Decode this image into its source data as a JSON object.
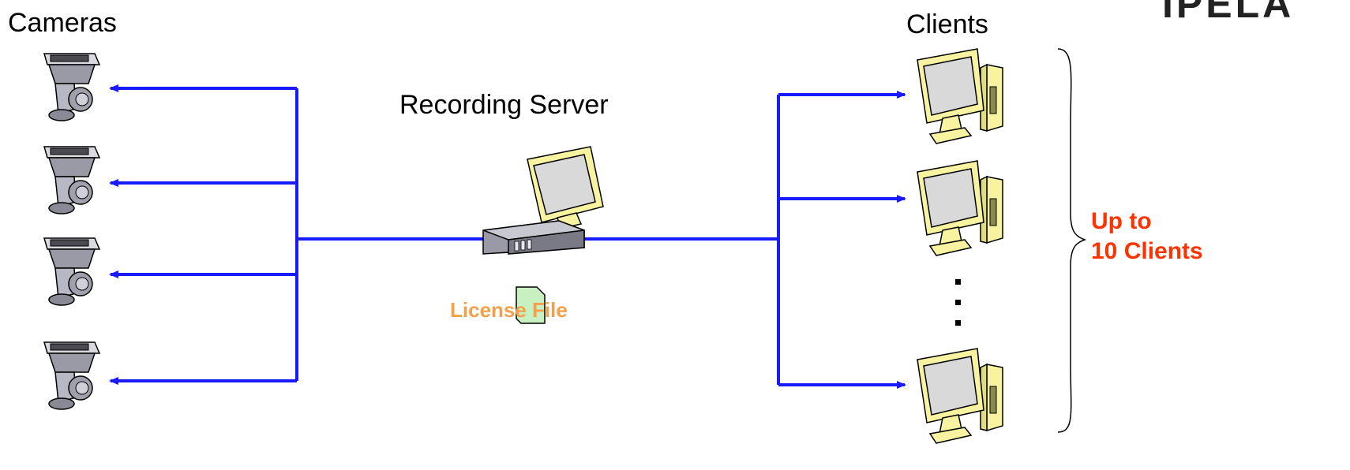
{
  "labels": {
    "cameras": "Cameras",
    "clients": "Clients",
    "recording_server": "Recording Server",
    "license_file": "License File",
    "up_to": "Up to",
    "ten_clients": "10 Clients",
    "logo": "IPELA"
  },
  "colors": {
    "line": "#1a1aff",
    "license_text": "#f2a04a",
    "highlight_text": "#ff3300",
    "monitor_frame": "#f7f3a0",
    "monitor_screen": "#d9d9d9",
    "camera_body": "#9a9aa6",
    "license_icon": "#c8f0c0"
  },
  "icons": {
    "camera": "ptz-camera-icon",
    "client": "desktop-computer-icon",
    "server": "server-computer-icon",
    "license": "document-icon"
  },
  "cameras": [
    {
      "name": "camera-1"
    },
    {
      "name": "camera-2"
    },
    {
      "name": "camera-3"
    },
    {
      "name": "camera-4"
    }
  ],
  "clients": [
    {
      "name": "client-1"
    },
    {
      "name": "client-2"
    },
    {
      "name": "client-n"
    }
  ],
  "ellipsis": ". . ."
}
